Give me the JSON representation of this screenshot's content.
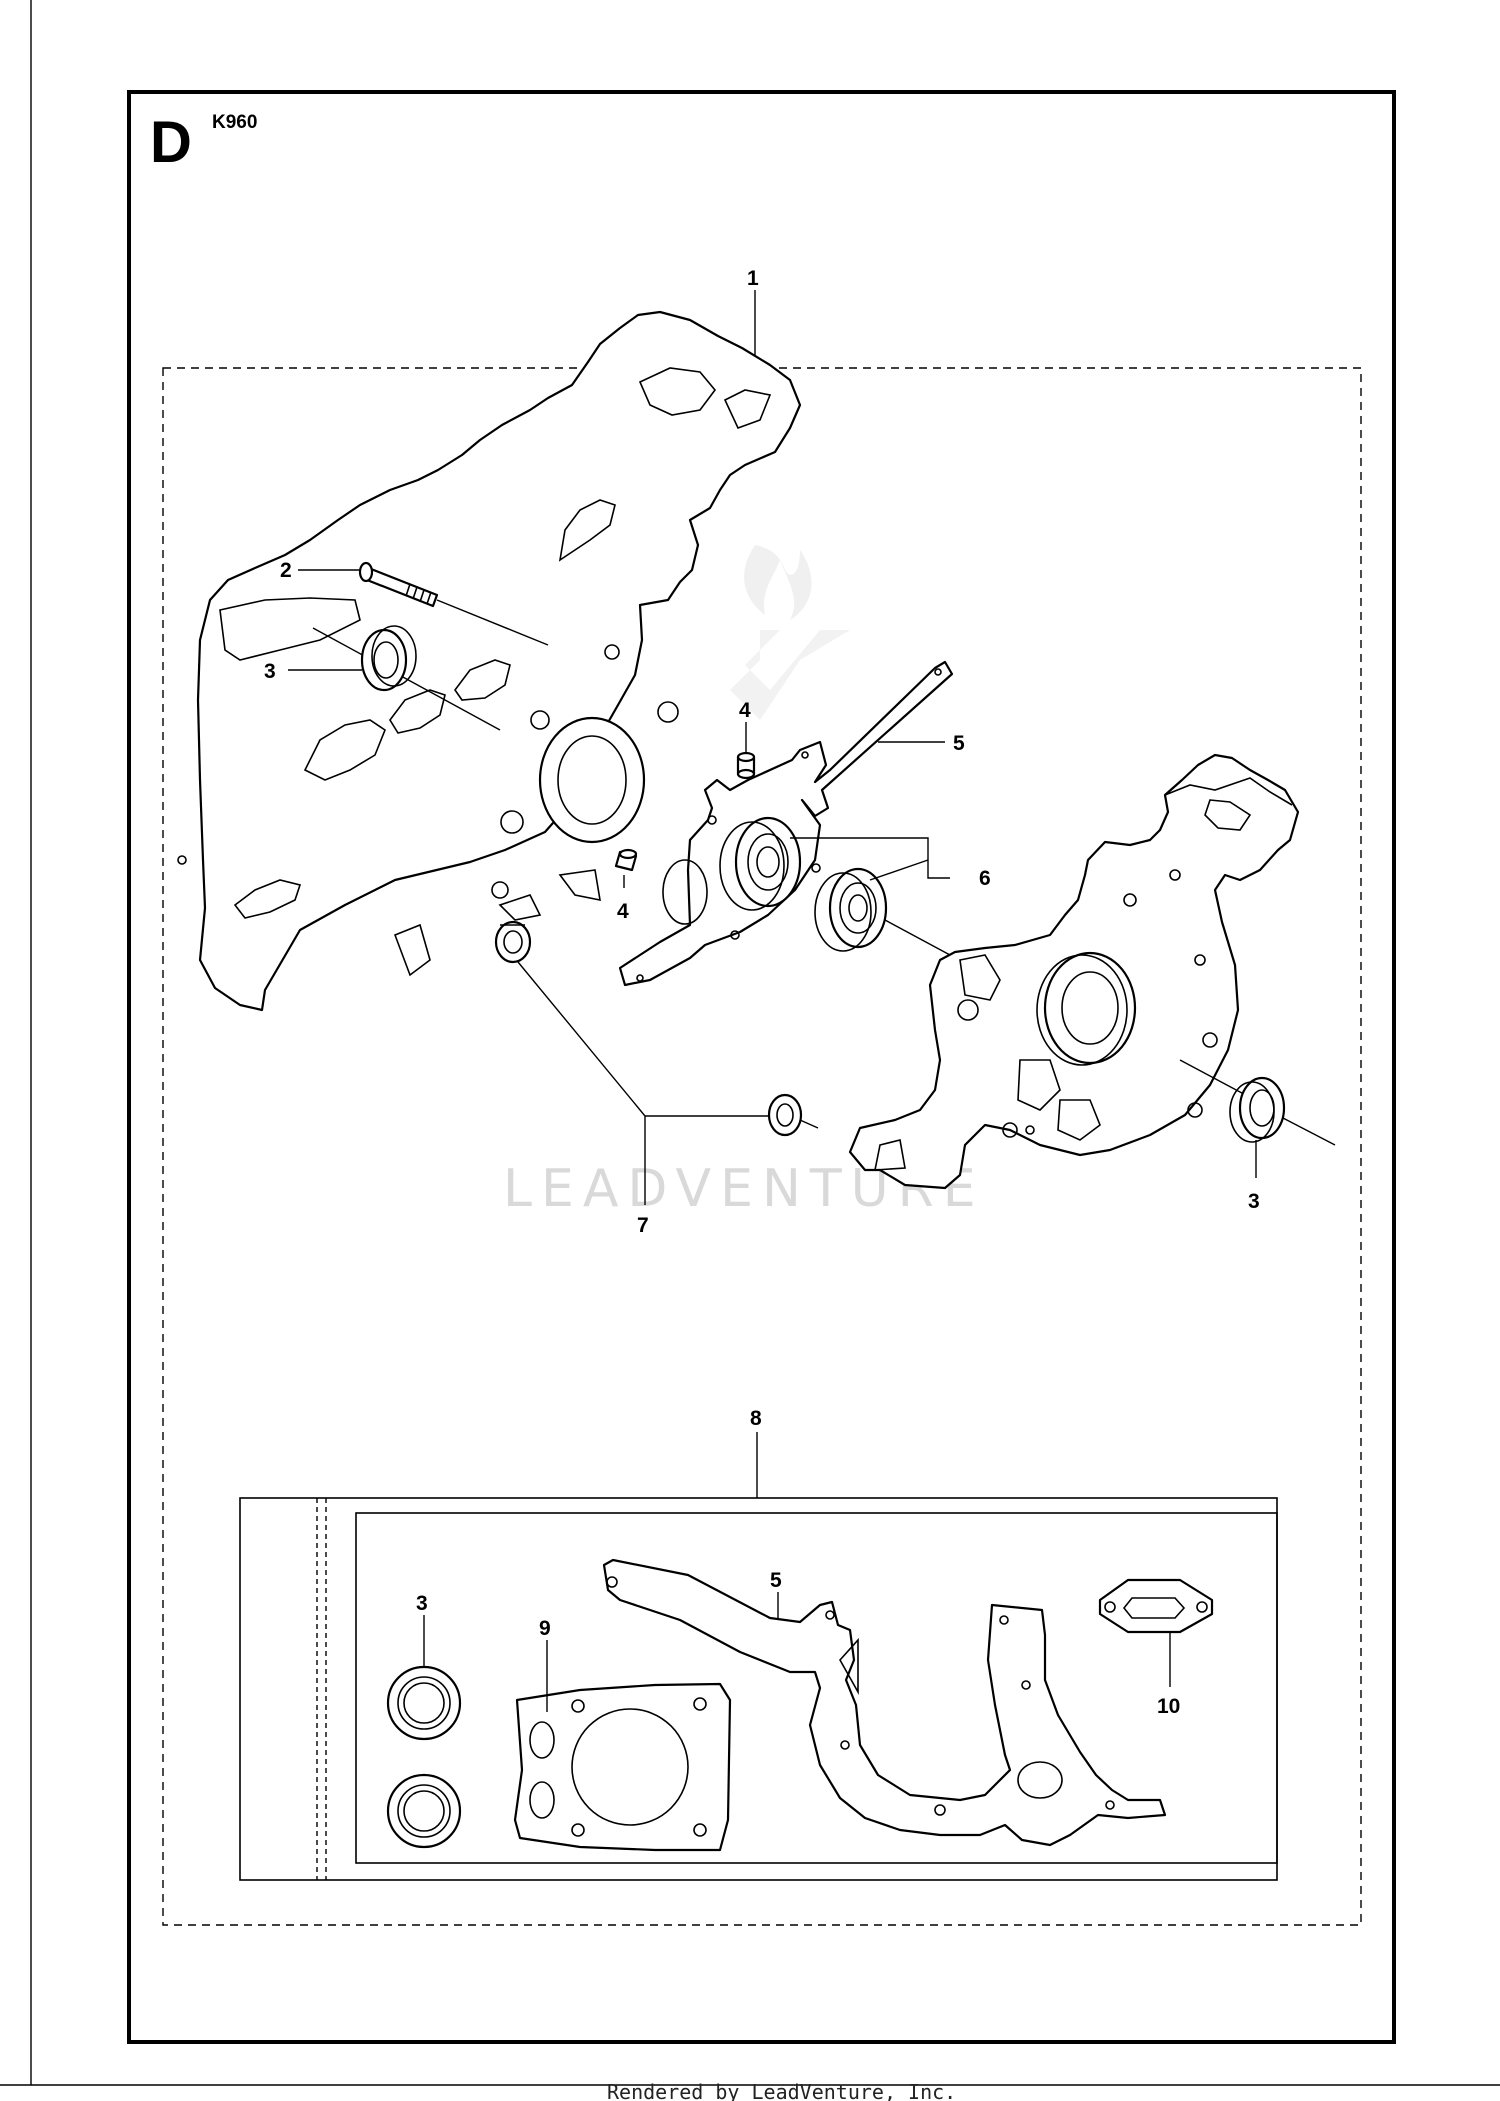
{
  "section": {
    "letter": "D",
    "model": "K960"
  },
  "callouts": {
    "c1": "1",
    "c2": "2",
    "c3_left": "3",
    "c3_right": "3",
    "c4_top": "4",
    "c4_bottom": "4",
    "c5": "5",
    "c6": "6",
    "c7": "7",
    "c8": "8",
    "c3_kit": "3",
    "c5_kit": "5",
    "c9": "9",
    "c10": "10"
  },
  "watermark": "LEADVENTURE",
  "footer": "Rendered by LeadVenture, Inc."
}
